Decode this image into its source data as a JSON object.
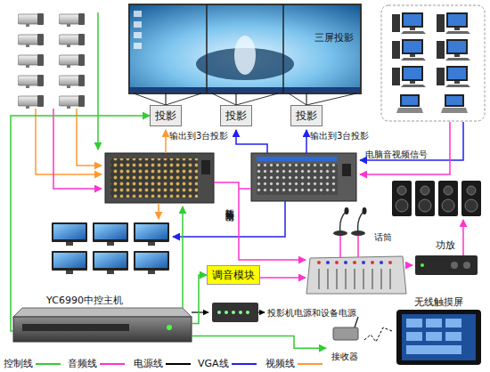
{
  "diagram": {
    "nodes": [
      {
        "text": [
          "三屏投影"
        ]
      },
      {
        "text": [
          "投影"
        ]
      },
      {
        "text": [
          "投影"
        ]
      },
      {
        "text": [
          "投影"
        ]
      },
      {
        "text": [
          "调音模块"
        ]
      },
      {
        "text": [
          "YC6990中控主机"
        ]
      },
      {
        "text": [
          "话筒"
        ]
      },
      {
        "text": [
          "功放"
        ]
      },
      {
        "text": [
          "接收器"
        ]
      },
      {
        "text": [
          "无线触摸屏"
        ]
      }
    ],
    "edges": [
      {
        "from": 1,
        "to": 0,
        "arrow": "none"
      },
      {
        "from": 2,
        "to": 0,
        "arrow": "none"
      },
      {
        "from": 3,
        "to": 0,
        "arrow": "none"
      },
      {
        "from": 5,
        "to": 1,
        "arrow": "to"
      },
      {
        "from": 5,
        "to": 4,
        "arrow": "to"
      },
      {
        "from": 5,
        "to": 8,
        "arrow": "to"
      },
      {
        "from": 9,
        "to": 8,
        "arrow": "none"
      }
    ],
    "labels": [
      "输出到3台投影",
      "输出到3台投影",
      "电脑音视频信号",
      "矩阵音频输出",
      "投影机电源和设备电源"
    ],
    "legend": [
      {
        "text": "控制线"
      },
      {
        "text": "音频线"
      },
      {
        "text": "电源线"
      },
      {
        "text": "VGA线"
      },
      {
        "text": "视频线"
      }
    ]
  }
}
